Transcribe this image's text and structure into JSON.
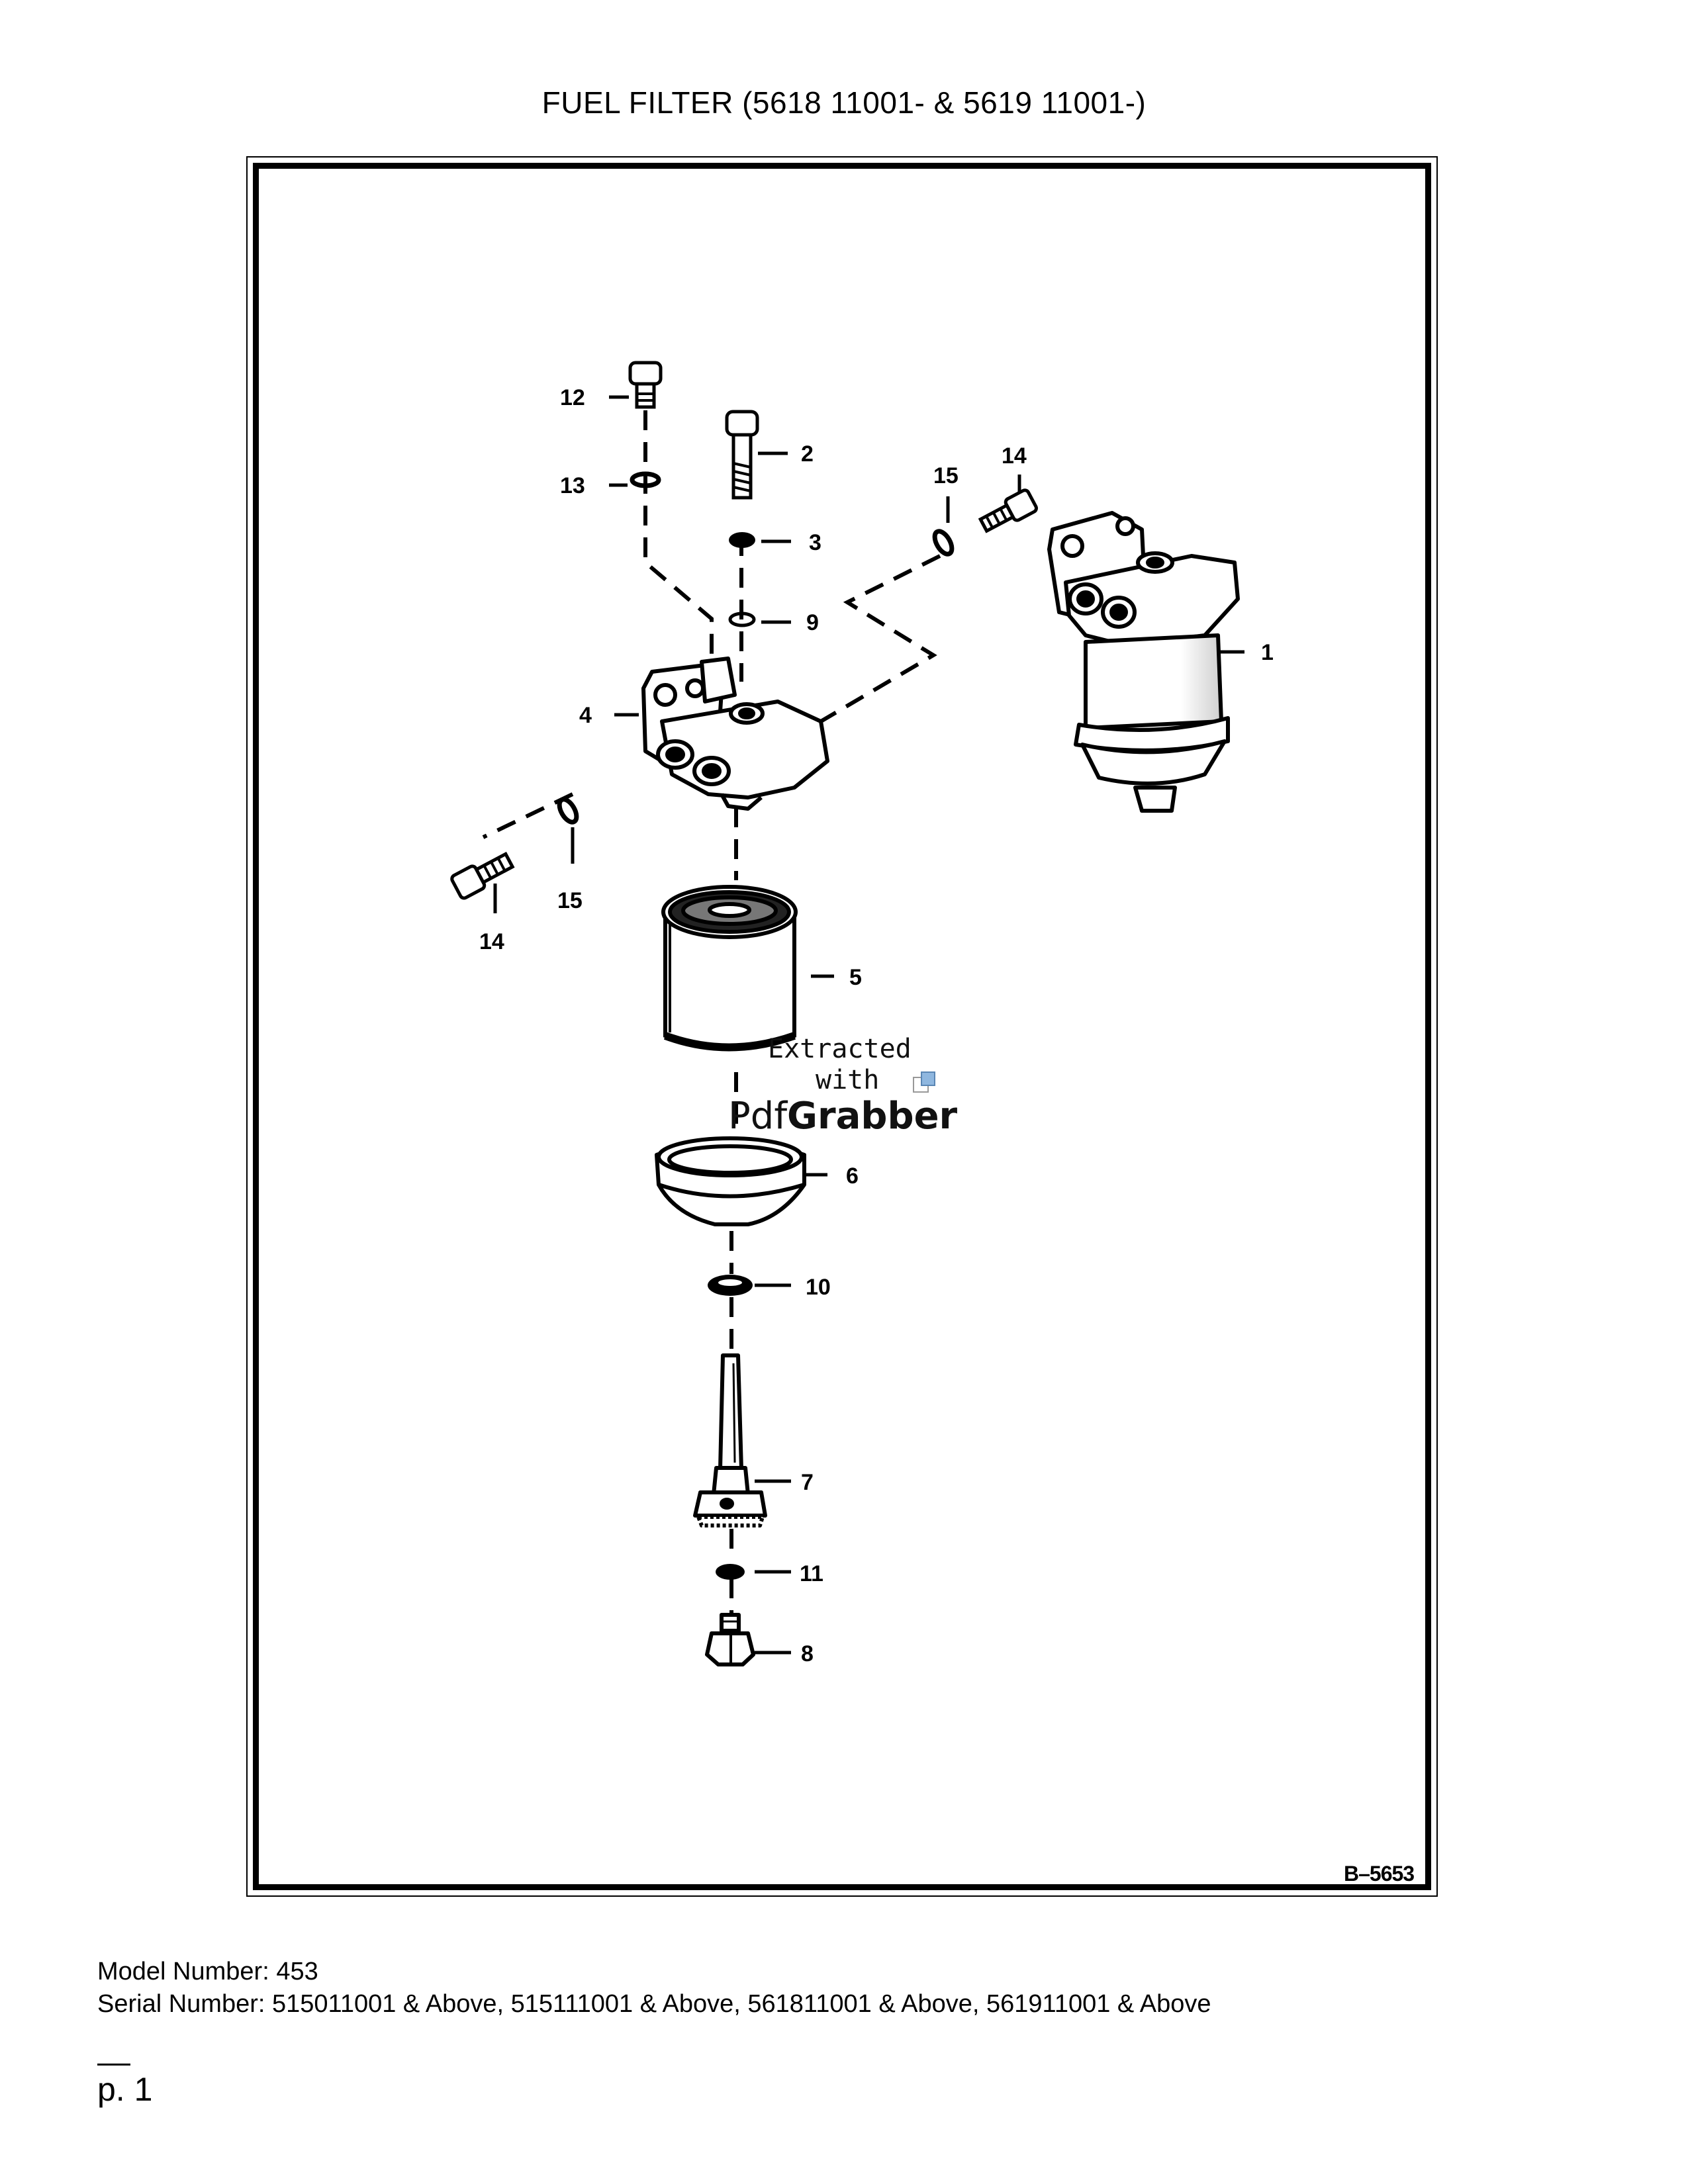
{
  "page": {
    "title": "FUEL FILTER (5618 11001- & 5619 11001-)",
    "figure_ref": "B–5653",
    "model_line": "Model Number: 453",
    "serial_line": "Serial Number: 515011001 & Above, 515111001 & Above, 561811001 & Above, 561911001 & Above",
    "page_number": "p. 1"
  },
  "watermark": {
    "line1": "Extracted",
    "line2": "with",
    "brand_light": "Pdf",
    "brand_bold": "Grabber"
  },
  "callouts": {
    "c1": "1",
    "c2": "2",
    "c3": "3",
    "c4": "4",
    "c5": "5",
    "c6": "6",
    "c7": "7",
    "c8": "8",
    "c9": "9",
    "c10": "10",
    "c11": "11",
    "c12": "12",
    "c13": "13",
    "c14_top": "14",
    "c14_bottom": "14",
    "c15_top": "15",
    "c15_bottom": "15"
  }
}
